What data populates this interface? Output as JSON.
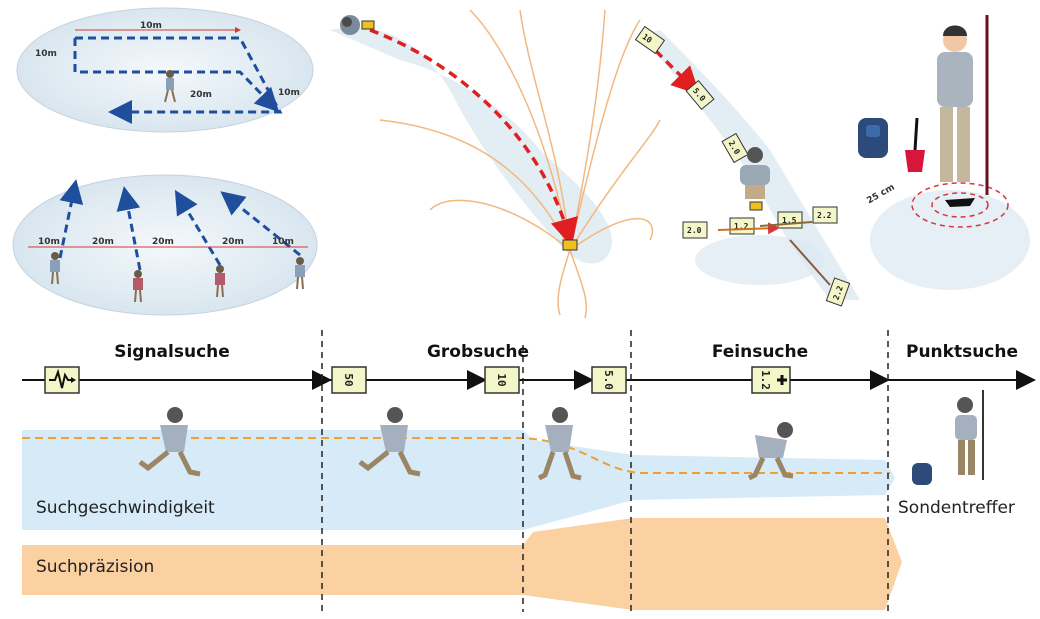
{
  "phases": [
    {
      "title": "Signalsuche"
    },
    {
      "title": "Grobsuche"
    },
    {
      "title": "Feinsuche"
    },
    {
      "title": "Punktsuche"
    }
  ],
  "bands": {
    "speed_label": "Suchgeschwindigkeit",
    "precision_label": "Suchpräzision",
    "end_label": "Sondentreffer"
  },
  "grid_labels_top": {
    "top": "10m",
    "left": "10m",
    "middle": "20m",
    "right": "10m"
  },
  "grid_labels_bottom": [
    "10m",
    "20m",
    "20m",
    "20m",
    "10m"
  ],
  "device_readouts": {
    "coarse_a": "50",
    "coarse_b": "10",
    "coarse_c": "5.0",
    "fine": "1.2"
  },
  "probe_label": "25 cm",
  "colors": {
    "speed_band": "#d6ebf7",
    "precision_band": "#fbd1a2",
    "dash_path": "#1f4e9c",
    "red_arrow": "#e02020",
    "orange_dash": "#f0a030",
    "device_bg": "#f3f6c8",
    "field_lines": "#f2b880"
  },
  "icons": [
    "signal-wave-icon",
    "beacon-display-icon",
    "searcher-figure-icon",
    "backpack-icon",
    "shovel-icon",
    "probe-icon"
  ]
}
